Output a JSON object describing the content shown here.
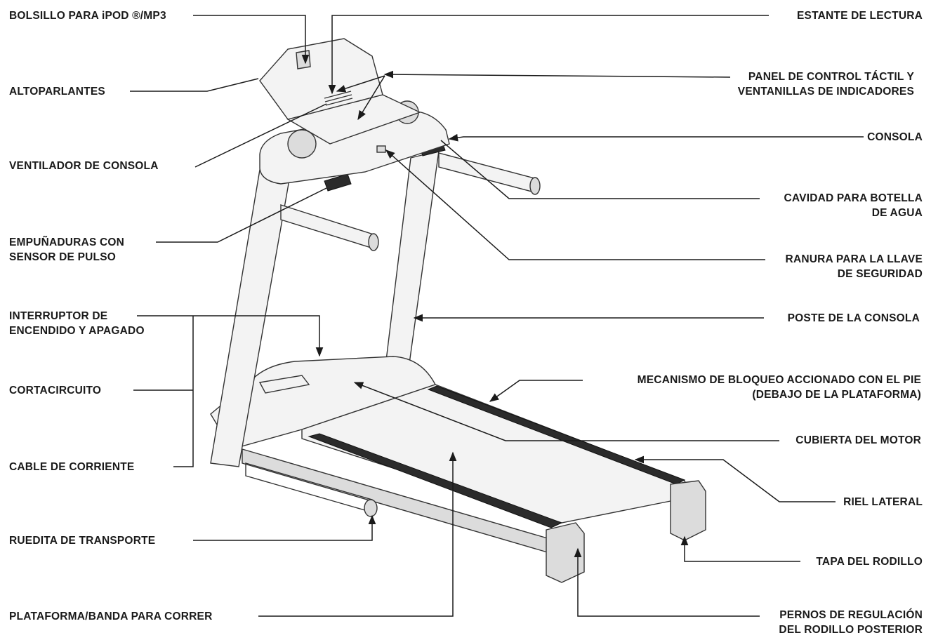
{
  "labels": {
    "ipod": [
      "BOLSILLO PARA iPOD ®/MP3"
    ],
    "altoparlantes": [
      "ALTOPARLANTES"
    ],
    "ventilador": [
      "VENTILADOR DE CONSOLA"
    ],
    "empunaduras": [
      "EMPUÑADURAS CON",
      "SENSOR DE PULSO"
    ],
    "interruptor": [
      "INTERRUPTOR DE",
      "ENCENDIDO Y APAGADO"
    ],
    "cortacircuito": [
      "CORTACIRCUITO"
    ],
    "cable": [
      "CABLE DE CORRIENTE"
    ],
    "ruedita": [
      "RUEDITA DE TRANSPORTE"
    ],
    "plataforma": [
      "PLATAFORMA/BANDA PARA CORRER"
    ],
    "estante": [
      "ESTANTE DE LECTURA"
    ],
    "panel": [
      "PANEL DE CONTROL TÁCTIL Y",
      "VENTANILLAS DE INDICADORES"
    ],
    "consola": [
      "CONSOLA"
    ],
    "cavidad": [
      "CAVIDAD PARA BOTELLA",
      "DE AGUA"
    ],
    "ranura": [
      "RANURA PARA LA LLAVE",
      "DE SEGURIDAD"
    ],
    "poste": [
      "POSTE DE LA CONSOLA"
    ],
    "mecanismo": [
      "MECANISMO DE BLOQUEO ACCIONADO CON EL PIE",
      "(DEBAJO DE LA PLATAFORMA)"
    ],
    "cubierta": [
      "CUBIERTA DEL MOTOR"
    ],
    "riel": [
      "RIEL LATERAL"
    ],
    "tapa": [
      "TAPA DEL RODILLO"
    ],
    "pernos": [
      "PERNOS DE REGULACIÓN",
      "DEL RODILLO POSTERIOR"
    ]
  }
}
